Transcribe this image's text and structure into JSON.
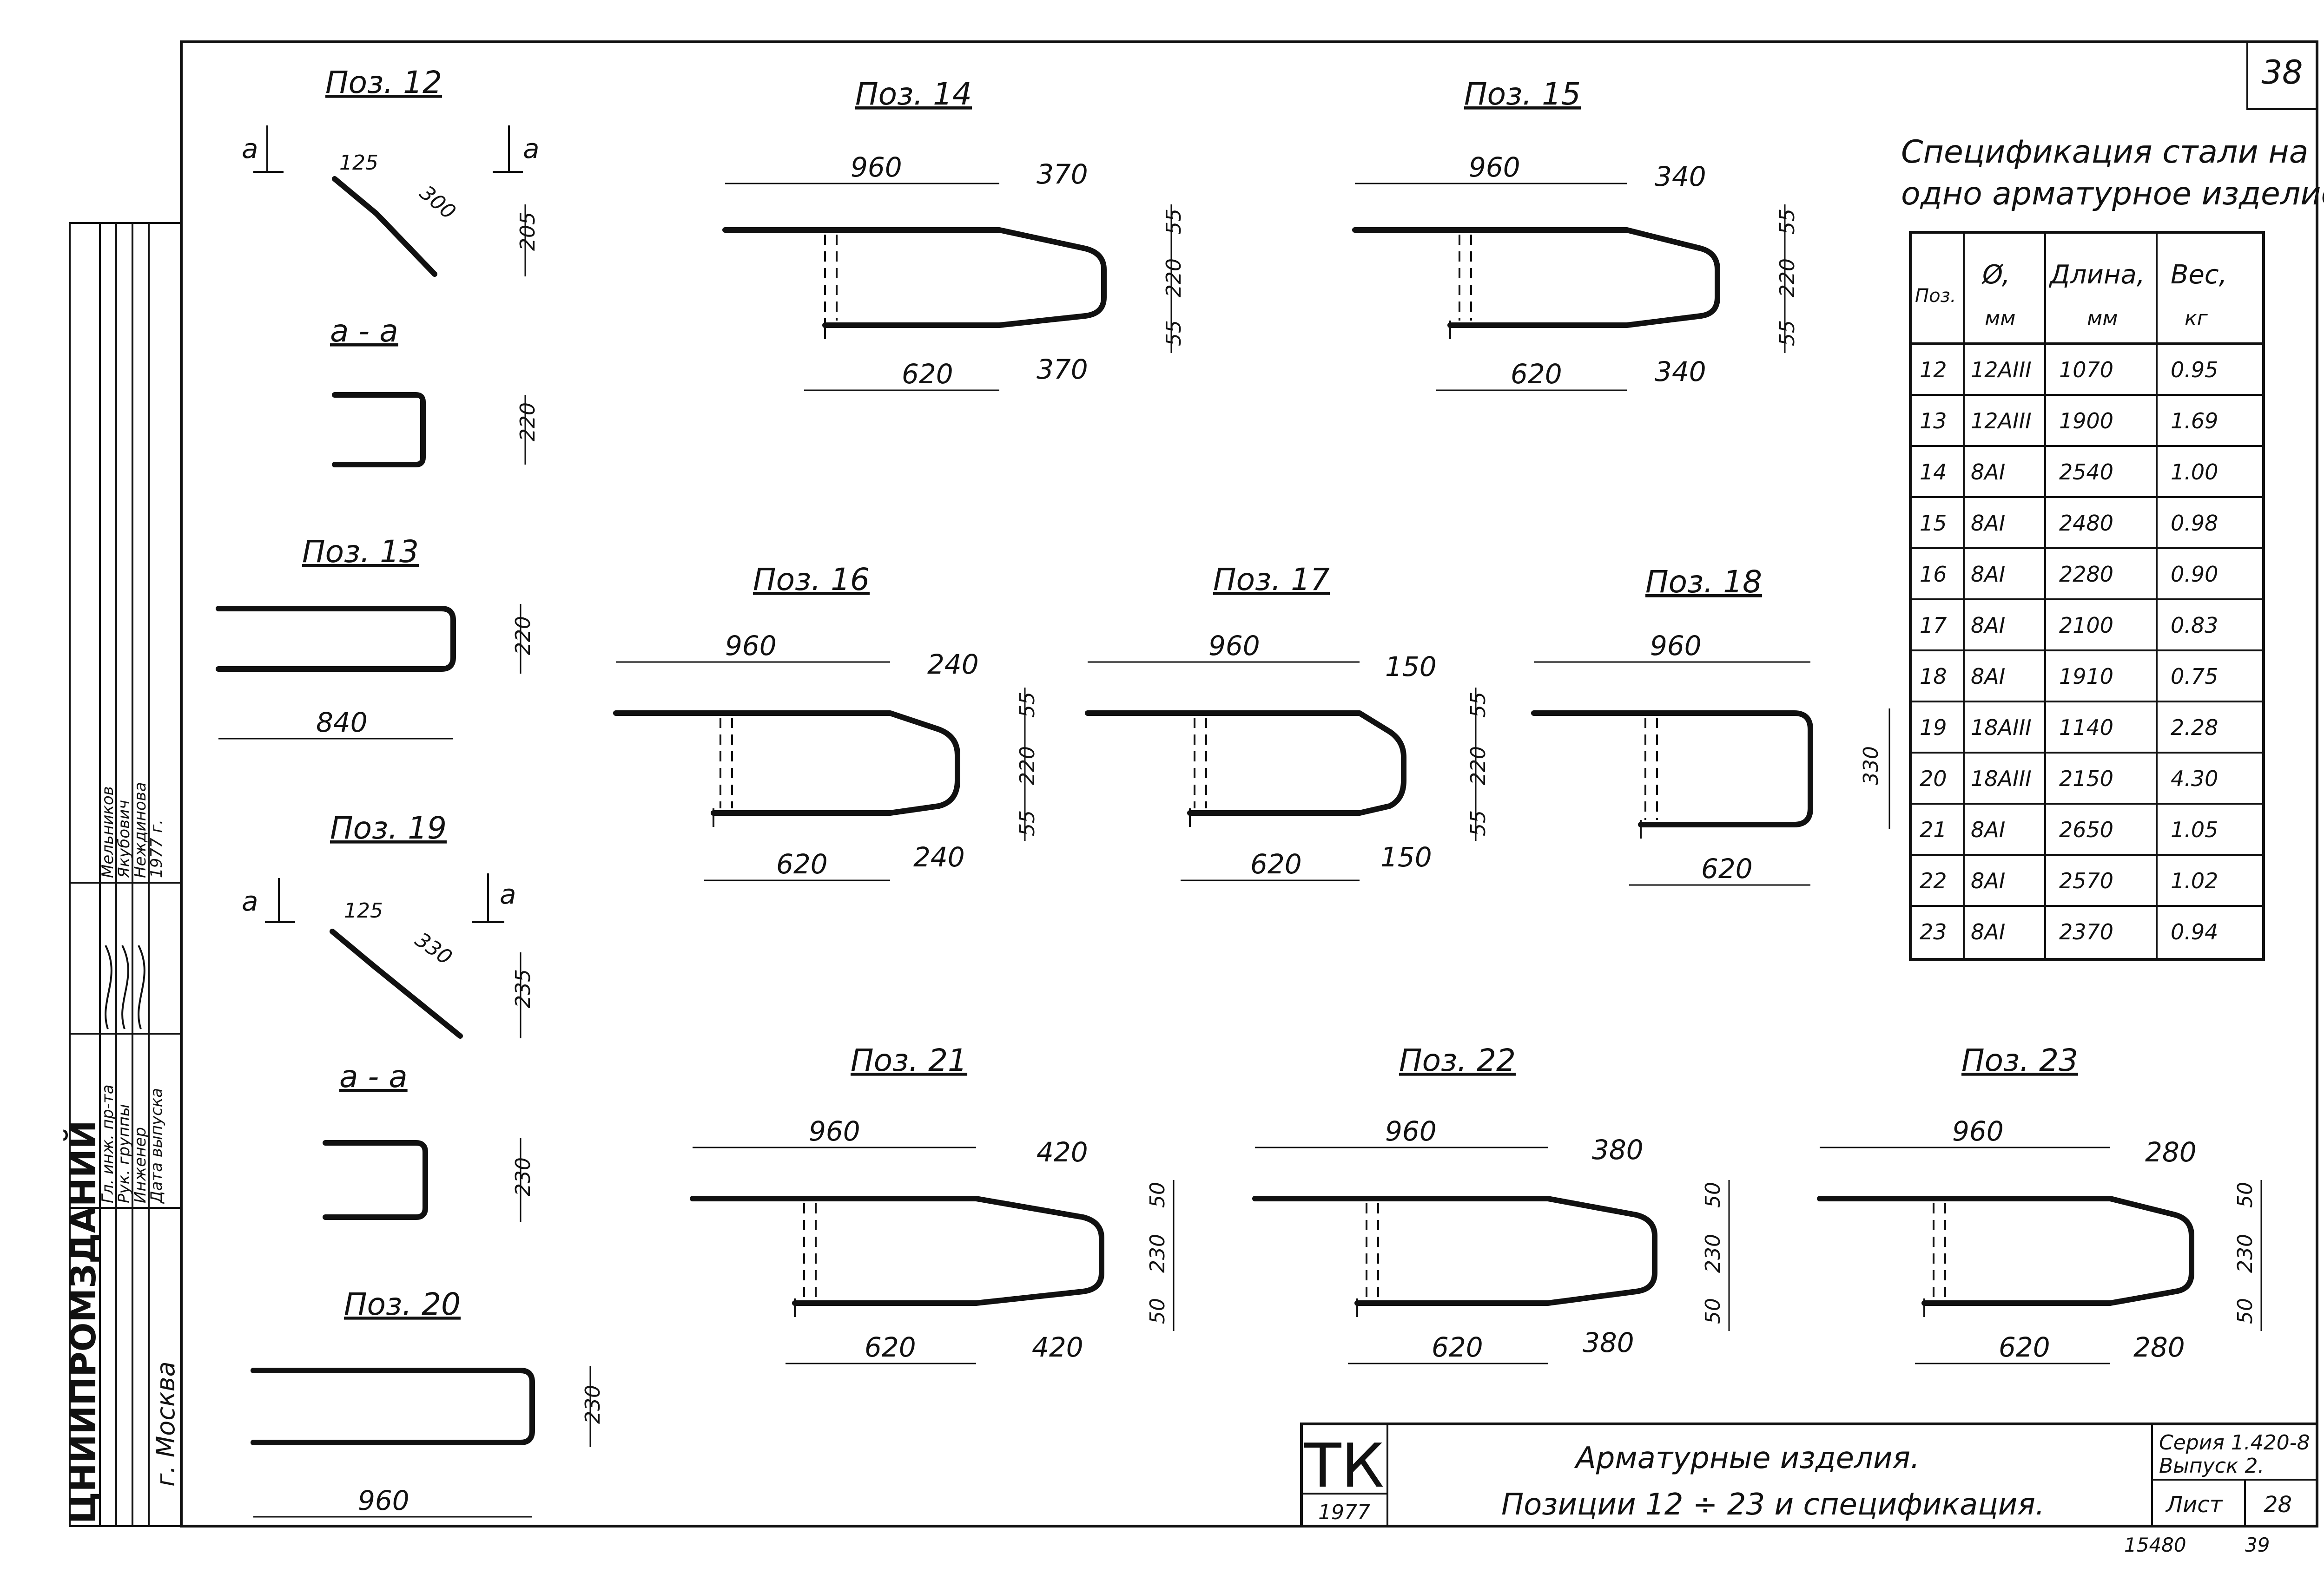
{
  "sheet_number": "38",
  "positions": {
    "p12": {
      "title": "Поз. 12",
      "section_mark": "а",
      "d1": "125",
      "d2": "300",
      "h": "205"
    },
    "p12s": {
      "title": "а - а",
      "h": "220"
    },
    "p13": {
      "title": "Поз. 13",
      "h": "220",
      "len": "840"
    },
    "p19": {
      "title": "Поз. 19",
      "section_mark": "а",
      "d1": "125",
      "d2": "330",
      "h": "235"
    },
    "p19s": {
      "title": "а - а",
      "h": "230"
    },
    "p20": {
      "title": "Поз. 20",
      "h": "230",
      "len": "960"
    },
    "p14": {
      "title": "Поз. 14",
      "top": "960",
      "slope_t": "370",
      "slope_b": "370",
      "bottom": "620",
      "h1": "55",
      "h2": "220",
      "h3": "55"
    },
    "p15": {
      "title": "Поз. 15",
      "top": "960",
      "slope_t": "340",
      "slope_b": "340",
      "bottom": "620",
      "h1": "55",
      "h2": "220",
      "h3": "55"
    },
    "p16": {
      "title": "Поз. 16",
      "top": "960",
      "slope_t": "240",
      "slope_b": "240",
      "bottom": "620",
      "h1": "55",
      "h2": "220",
      "h3": "55"
    },
    "p17": {
      "title": "Поз. 17",
      "top": "960",
      "slope_t": "150",
      "slope_b": "150",
      "bottom": "620",
      "h1": "55",
      "h2": "220",
      "h3": "55"
    },
    "p18": {
      "title": "Поз. 18",
      "top": "960",
      "bottom": "620",
      "h": "330"
    },
    "p21": {
      "title": "Поз. 21",
      "top": "960",
      "slope_t": "420",
      "slope_b": "420",
      "bottom": "620",
      "h1": "50",
      "h2": "230",
      "h3": "50"
    },
    "p22": {
      "title": "Поз. 22",
      "top": "960",
      "slope_t": "380",
      "slope_b": "380",
      "bottom": "620",
      "h1": "50",
      "h2": "230",
      "h3": "50"
    },
    "p23": {
      "title": "Поз. 23",
      "top": "960",
      "slope_t": "280",
      "slope_b": "280",
      "bottom": "620",
      "h1": "50",
      "h2": "230",
      "h3": "50"
    }
  },
  "spec": {
    "title_line1": "Спецификация стали на",
    "title_line2": "одно арматурное изделие.",
    "headers": [
      [
        "Поз.",
        ""
      ],
      [
        "Ø,",
        "мм"
      ],
      [
        "Длина,",
        "мм"
      ],
      [
        "Вес,",
        "кг"
      ]
    ],
    "rows": [
      [
        "12",
        "12АIII",
        "1070",
        "0.95"
      ],
      [
        "13",
        "12АIII",
        "1900",
        "1.69"
      ],
      [
        "14",
        "8АI",
        "2540",
        "1.00"
      ],
      [
        "15",
        "8АI",
        "2480",
        "0.98"
      ],
      [
        "16",
        "8АI",
        "2280",
        "0.90"
      ],
      [
        "17",
        "8АI",
        "2100",
        "0.83"
      ],
      [
        "18",
        "8АI",
        "1910",
        "0.75"
      ],
      [
        "19",
        "18АIII",
        "1140",
        "2.28"
      ],
      [
        "20",
        "18АIII",
        "2150",
        "4.30"
      ],
      [
        "21",
        "8АI",
        "2650",
        "1.05"
      ],
      [
        "22",
        "8АI",
        "2570",
        "1.02"
      ],
      [
        "23",
        "8АI",
        "2370",
        "0.94"
      ]
    ]
  },
  "side_stamp": {
    "org": "ЦНИИПРОМЗДАНИЙ",
    "city": "г. Москва",
    "roles": [
      "Гл. инж. пр-та",
      "Рук. группы",
      "Инженер",
      "Дата выпуска"
    ],
    "names": [
      "Мельников",
      "Якубович",
      "Неждинова",
      "1977 г."
    ]
  },
  "title_block": {
    "tk": "ТК",
    "year": "1977",
    "line1": "Арматурные изделия.",
    "line2": "Позиции 12 ÷ 23 и спецификация.",
    "series": "Серия 1.420-8",
    "issue": "Выпуск 2.",
    "sheet_label": "Лист",
    "sheet_no": "28",
    "code": "15480",
    "page": "39"
  }
}
